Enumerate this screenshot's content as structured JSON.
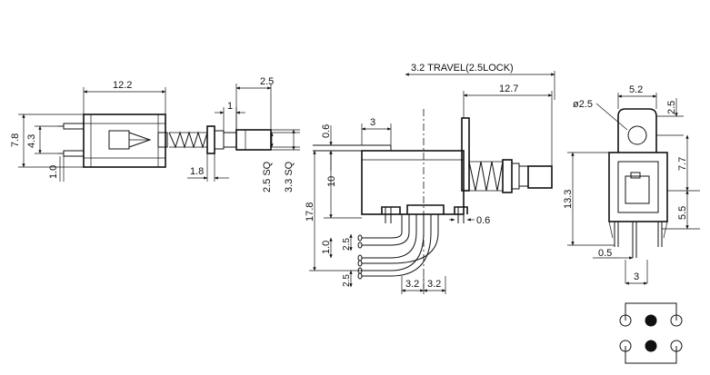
{
  "front_view": {
    "labels": {
      "body_length": "12.2",
      "height": "7.8",
      "pin_spacing": "4.3",
      "pin_offset": "1.0",
      "stem_length": "2.5",
      "stem_gap": "1",
      "stem_offset": "1.8",
      "stem_sq_inner": "2.5 SQ",
      "stem_sq_outer": "3.3 SQ"
    }
  },
  "side_view": {
    "labels": {
      "travel": "3.2 TRAVEL(2.5LOCK)",
      "plunger_length": "12.7",
      "flange_thickness": "0.6",
      "flange_offset": "3",
      "upper_height": "10",
      "total_height": "17.8",
      "pin_gap": "1.0",
      "pin_pitch_a": "2.5",
      "pin_pitch_b": "2.5",
      "bracket_thickness": "0.6",
      "pin_spacing_a": "3.2",
      "pin_spacing_b": "3.2"
    }
  },
  "end_view": {
    "labels": {
      "hole_diameter": "ø2.5",
      "tab_width": "5.2",
      "tab_offset": "2.5",
      "upper_height": "7.7",
      "lower_height": "5.5",
      "total_height": "13.3",
      "pin_width": "0.5",
      "pin_pitch": "3"
    }
  },
  "pcb_layout": {
    "pad_rows": 2,
    "pads_per_row": 3
  }
}
